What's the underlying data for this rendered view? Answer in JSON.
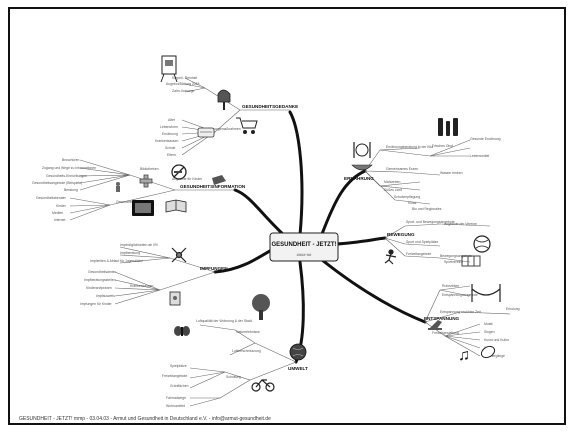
{
  "center": {
    "title": "GESUNDHEIT - JETZT!",
    "subtitle": "####·##"
  },
  "branches": {
    "gesundheitsgedanke": {
      "label": "GESUNDHEITSGEDANKE",
      "items": [
        "Körperl. Reinheit",
        "Angebot/Bildung 2018",
        "Zahn-Vorsorge",
        "Vorsorgemaßnahmen",
        "Alter",
        "Lebensform",
        "Ernährung",
        "Krankenkassen",
        "Schule",
        "Eltern"
      ]
    },
    "gesundheitsinformation": {
      "label": "GESUNDHEITSINFORMATION",
      "items": [
        "Broschüren",
        "Zugang und Wege zu Informationen",
        "Gesundheits-Einrichtungen",
        "Gesundheitsangebote (Beispiele)",
        "Beratung",
        "Gesundheitsberater",
        "Kinder",
        "Medien",
        "Internet",
        "Bibliotheken",
        "Angebote für Kinder",
        "Gesundheitsangebote"
      ]
    },
    "impfungen": {
      "label": "IMPFUNGEN",
      "items": [
        "Impfmöglichkeiten ab 0%",
        "Impfberatung",
        "Impfzeiten & Ablauf für Jugendliche",
        "Gesundheitsämter",
        "Impfberatungsstellen",
        "Kinderarztpraxen",
        "Impfausweis",
        "Krankenkassen",
        "Impfungen für Kinder"
      ]
    },
    "umwelt": {
      "label": "UMWELT",
      "items": [
        "Luftqualität der Wohnung & der Stadt",
        "Naturerlebnisse",
        "Luftverschmutzung",
        "Spielplätze",
        "Freizeitangebote",
        "Grünflächen",
        "Schulweg",
        "Fahrradwege",
        "Wohnumfeld"
      ]
    },
    "ernaehrung": {
      "label": "ERNÄHRUNG",
      "items": [
        "Ernährungsberatung in der Kita",
        "Frisches Obst",
        "Gesunde Ernährung",
        "Lebensmittel",
        "Gemeinsames Essen",
        "Wasser trinken",
        "Mahlzeiten",
        "Süßes Limit",
        "Schulverpflegung",
        "Kiosk",
        "Bio und Regionales"
      ]
    },
    "bewegung": {
      "label": "BEWEGUNG",
      "items": [
        "Sport- und Bewegungsangebote",
        "Angebote der Vereine",
        "Sport und Spielplätze",
        "Freizeitangebote",
        "Bewegungsangebote",
        "Sportvereine"
      ]
    },
    "entspannung": {
      "label": "ENTSPANNUNG",
      "items": [
        "Ruhezeiten",
        "Entspannungsangebote",
        "Erholung",
        "Entspannung und freie Zeit",
        "Freizeitgestaltung",
        "Musik",
        "Singen",
        "Kunst und Kultur",
        "Sport",
        "Spaziergänge"
      ]
    }
  },
  "footer": "GESUNDHEIT - JETZT! mmp - 03.04.03 - Armut und Gesundheit in Deutschland e.V. - info@armut-gesundheit.de",
  "colors": {
    "branch_line": "#111111",
    "leaf_line": "#666666",
    "center_border": "#222222",
    "center_bg": "#f2f2f2"
  }
}
